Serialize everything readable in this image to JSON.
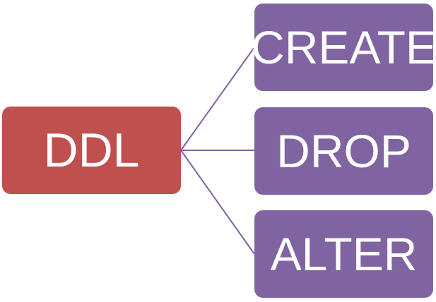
{
  "diagram": {
    "root": {
      "label": "DDL",
      "color": "#c0504d"
    },
    "children": [
      {
        "label": "CREATE",
        "color": "#8064a2"
      },
      {
        "label": "DROP",
        "color": "#8064a2"
      },
      {
        "label": "ALTER",
        "color": "#8064a2"
      }
    ],
    "connector_color": "#8064a2"
  }
}
